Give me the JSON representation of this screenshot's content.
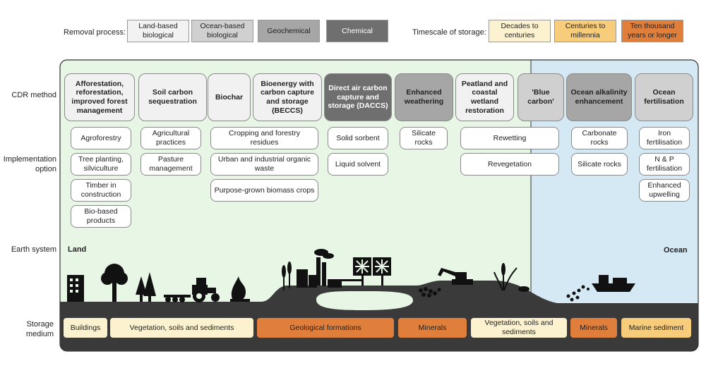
{
  "legend": {
    "removal_label": "Removal process:",
    "removal_items": [
      {
        "label": "Land-based biological",
        "color": "#f2f2f2"
      },
      {
        "label": "Ocean-based biological",
        "color": "#d0d0d0"
      },
      {
        "label": "Geochemical",
        "color": "#a6a6a6"
      },
      {
        "label": "Chemical",
        "color": "#6f6f6f"
      }
    ],
    "timescale_label": "Timescale of storage:",
    "timescale_items": [
      {
        "label": "Decades to centuries",
        "color": "#fdf2cf"
      },
      {
        "label": "Centuries to millennia",
        "color": "#f7cc7a"
      },
      {
        "label": "Ten thousand years or longer",
        "color": "#e07f3c"
      }
    ]
  },
  "row_labels": {
    "cdr_method": "CDR method",
    "implementation": "Implementation option",
    "earth_system": "Earth system",
    "storage": "Storage medium"
  },
  "zones": {
    "land": "Land",
    "ocean": "Ocean"
  },
  "methods": [
    {
      "label": "Afforestation, reforestation, improved forest management",
      "process": "land"
    },
    {
      "label": "Soil carbon sequestration",
      "process": "land"
    },
    {
      "label": "Biochar",
      "process": "land"
    },
    {
      "label": "Bioenergy with carbon capture and storage (BECCS)",
      "process": "land"
    },
    {
      "label": "Direct air carbon capture and storage (DACCS)",
      "process": "chemical"
    },
    {
      "label": "Enhanced weathering",
      "process": "geochemical"
    },
    {
      "label": "Peatland and coastal wetland restoration",
      "process": "land"
    },
    {
      "label": "'Blue carbon'",
      "process": "ocean"
    },
    {
      "label": "Ocean alkalinity enhancement",
      "process": "geochemical"
    },
    {
      "label": "Ocean fertilisation",
      "process": "ocean"
    }
  ],
  "options": [
    "Agroforestry",
    "Tree planting, silviculture",
    "Timber in construction",
    "Bio-based products",
    "Agricultural practices",
    "Pasture management",
    "Cropping and forestry residues",
    "Urban and industrial organic waste",
    "Purpose-grown biomass crops",
    "Solid sorbent",
    "Liquid solvent",
    "Silicate rocks",
    "Rewetting",
    "Revegetation",
    "Carbonate rocks",
    "Silicate rocks",
    "Iron fertilisation",
    "N & P fertilisation",
    "Enhanced upwelling"
  ],
  "storage": [
    {
      "label": "Buildings",
      "timescale": "decades"
    },
    {
      "label": "Vegetation, soils and sediments",
      "timescale": "decades"
    },
    {
      "label": "Geological formations",
      "timescale": "ten-thousand"
    },
    {
      "label": "Minerals",
      "timescale": "ten-thousand"
    },
    {
      "label": "Vegetation, soils and sediments",
      "timescale": "decades"
    },
    {
      "label": "Minerals",
      "timescale": "ten-thousand"
    },
    {
      "label": "Marine sediment",
      "timescale": "centuries"
    }
  ],
  "colors": {
    "land_bg": "#e8f6e6",
    "ocean_bg": "#d5e9f4",
    "ground": "#3a3a3a",
    "outline": "#333333"
  }
}
